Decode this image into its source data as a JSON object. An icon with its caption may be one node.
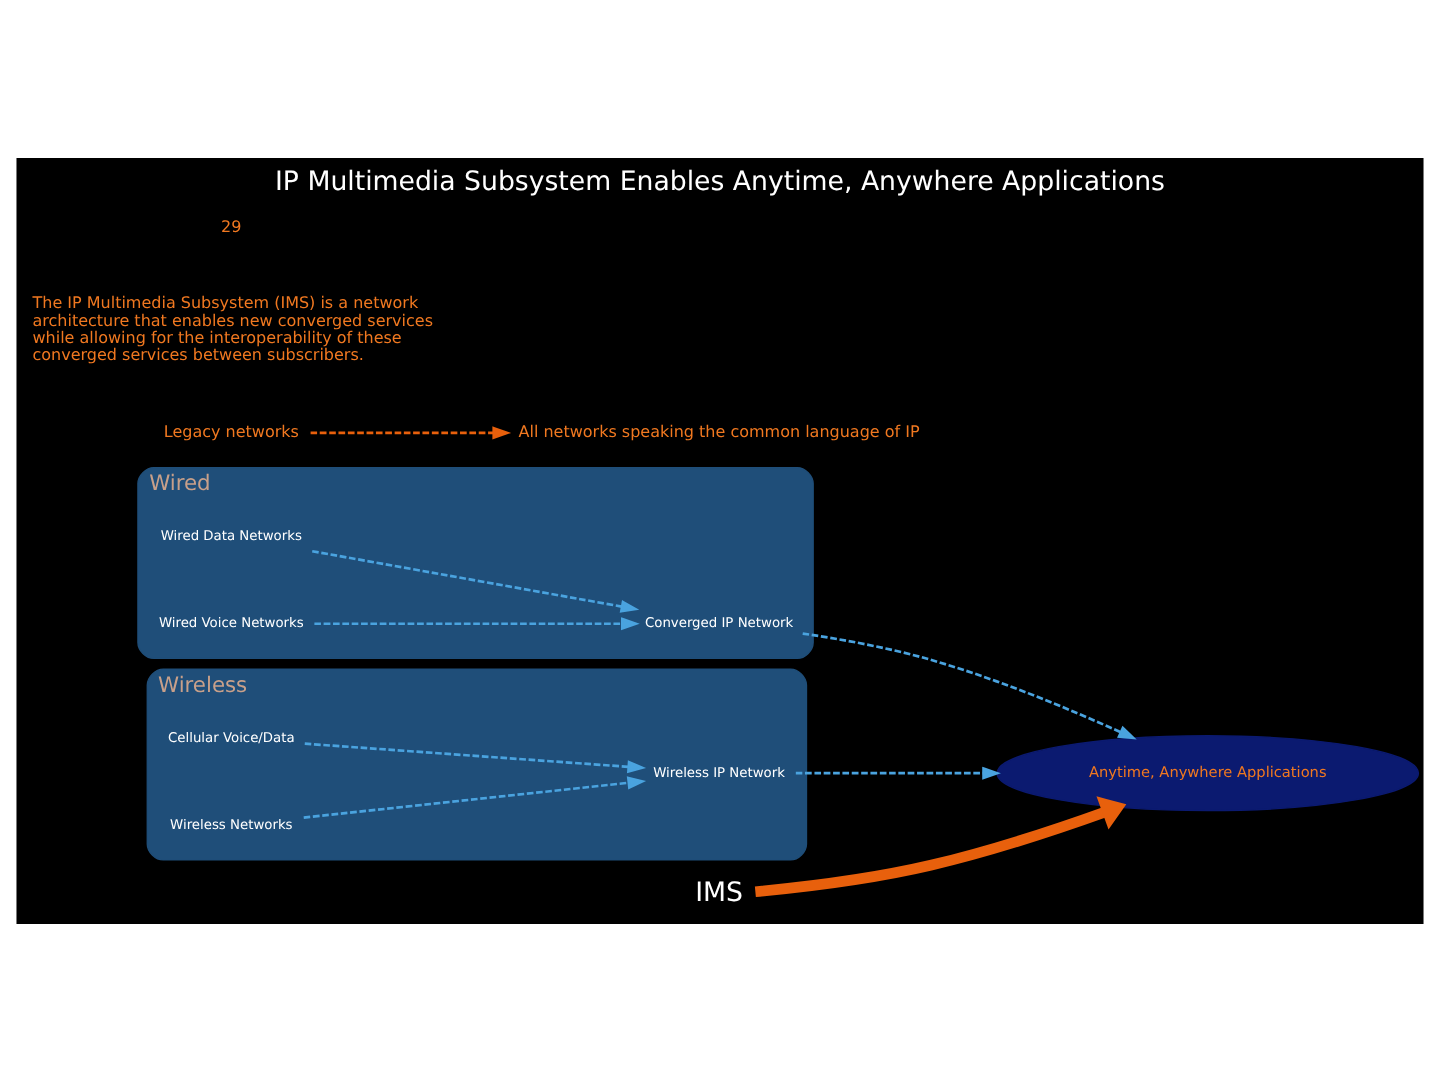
{
  "diagram": {
    "title": "IP Multimedia Subsystem Enables Anytime, Anywhere Applications",
    "nodes": [
      {
        "text": [
          "Wired"
        ]
      },
      {
        "text": [
          "Wired Data Networks"
        ],
        "in": 0
      },
      {
        "text": [
          "Wired Voice Networks"
        ],
        "in": 0
      },
      {
        "text": [
          "Converged IP Network"
        ],
        "in": 0
      },
      {
        "text": [
          "Wireless"
        ]
      },
      {
        "text": [
          "Cellular Voice/Data"
        ],
        "in": 4
      },
      {
        "text": [
          "Wireless Networks"
        ],
        "in": 4
      },
      {
        "text": [
          "Wireless IP Network"
        ],
        "in": 4
      },
      {
        "text": [
          "Anytime, Anywhere Applications"
        ]
      },
      {
        "text": [
          "IMS"
        ]
      },
      {
        "text": [
          "Legacy networks"
        ]
      },
      {
        "text": [
          "All networks speaking the common language of IP"
        ]
      }
    ],
    "edges": [
      {
        "from": 1,
        "to": 3,
        "arrow": "to",
        "style": "dashed"
      },
      {
        "from": 2,
        "to": 3,
        "arrow": "to",
        "style": "dashed"
      },
      {
        "from": 3,
        "to": 8,
        "arrow": "to",
        "style": "dashed"
      },
      {
        "from": 5,
        "to": 7,
        "arrow": "to",
        "style": "dashed"
      },
      {
        "from": 6,
        "to": 7,
        "arrow": "to",
        "style": "dashed"
      },
      {
        "from": 7,
        "to": 8,
        "arrow": "to",
        "style": "dashed"
      },
      {
        "from": 9,
        "to": 8,
        "arrow": "to",
        "style": "thick",
        "color": "#e8600c"
      },
      {
        "from": 10,
        "to": 11,
        "arrow": "to",
        "style": "dashed",
        "color": "#e8600c"
      }
    ],
    "labels": [
      "The IP Multimedia Subsystem (IMS) is a network architecture that enables new converged services while allowing for the interoperability of these converged services between subscribers.",
      "29"
    ]
  }
}
